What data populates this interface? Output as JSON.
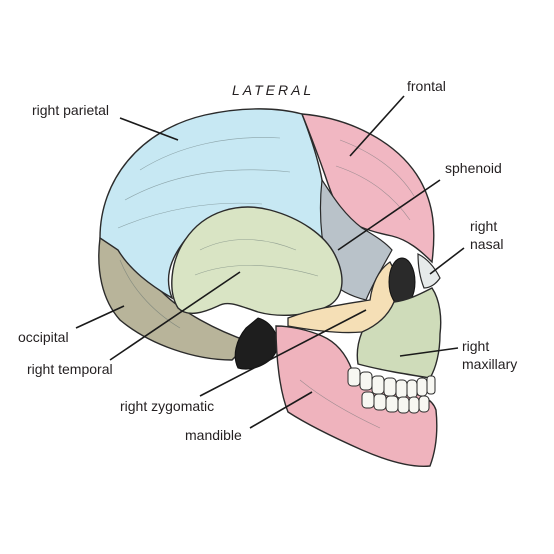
{
  "title": "LATERAL",
  "labels": {
    "right_parietal": "right parietal",
    "frontal": "frontal",
    "sphenoid": "sphenoid",
    "right_nasal_line1": "right",
    "right_nasal_line2": "nasal",
    "occipital": "occipital",
    "right_maxillary_line1": "right",
    "right_maxillary_line2": "maxillary",
    "right_temporal": "right temporal",
    "right_zygomatic": "right zygomatic",
    "mandible": "mandible"
  },
  "colors": {
    "parietal": "#c7e8f3",
    "frontal": "#f1b7c2",
    "sphenoid": "#b9c2c9",
    "temporal": "#d9e4c4",
    "occipital": "#b8b49a",
    "zygomatic": "#f5dfb6",
    "maxillary": "#cfdcba",
    "mandible": "#efb3bd",
    "outline": "#2b2b2b"
  }
}
